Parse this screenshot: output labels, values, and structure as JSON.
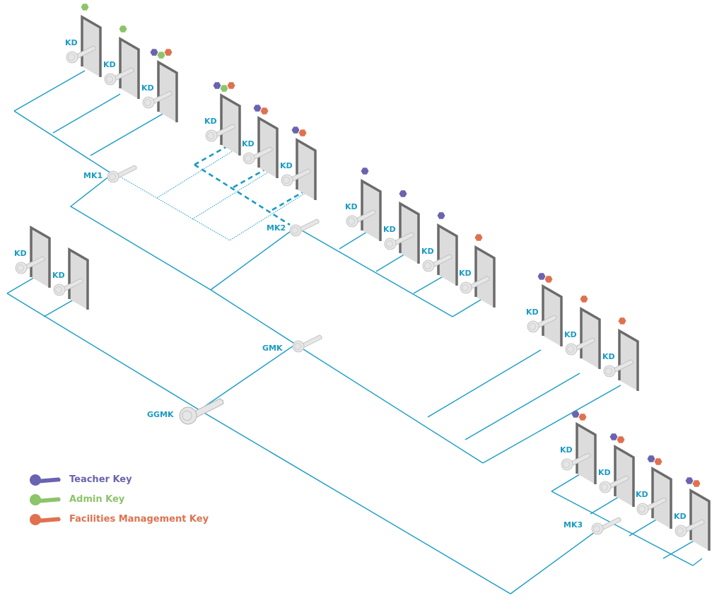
{
  "colors": {
    "line": "#1a9bc4",
    "door_frame": "#6b6b6b",
    "door_panel": "#dcdcdc",
    "teacher": "#6a63b0",
    "admin": "#8cc46a",
    "facilities": "#e0714f",
    "key": "#e6e6e6"
  },
  "labels": {
    "kd": "KD",
    "mk1": "MK1",
    "mk2": "MK2",
    "mk3": "MK3",
    "gmk": "GMK",
    "ggmk": "GGMK"
  },
  "legend": [
    {
      "label": "Teacher Key",
      "color_key": "teacher"
    },
    {
      "label": "Admin Key",
      "color_key": "admin"
    },
    {
      "label": "Facilities Management Key",
      "color_key": "facilities"
    }
  ],
  "hierarchy": {
    "root": "GGMK",
    "children": [
      {
        "name": "GMK",
        "children": [
          {
            "name": "MK1",
            "doors": [
              [
                "admin"
              ],
              [
                "admin"
              ],
              [
                "teacher",
                "admin",
                "facilities"
              ]
            ]
          },
          {
            "name": "MK2",
            "doors": [
              [
                "teacher"
              ],
              [
                "teacher"
              ],
              [
                "teacher"
              ],
              [
                "facilities"
              ]
            ],
            "also_via_mk1_dashed": [
              [
                "teacher",
                "admin",
                "facilities"
              ],
              [
                "teacher",
                "facilities"
              ],
              [
                "teacher",
                "facilities"
              ]
            ]
          },
          {
            "name": "direct",
            "doors": [
              [
                "teacher",
                "facilities"
              ],
              [
                "facilities"
              ],
              [
                "facilities"
              ]
            ]
          }
        ]
      },
      {
        "name": "direct",
        "doors": [
          [],
          []
        ]
      },
      {
        "name": "MK3",
        "doors": [
          [
            "teacher",
            "facilities"
          ],
          [
            "teacher",
            "facilities"
          ],
          [
            "teacher",
            "facilities"
          ],
          [
            "teacher",
            "facilities"
          ]
        ]
      }
    ]
  }
}
